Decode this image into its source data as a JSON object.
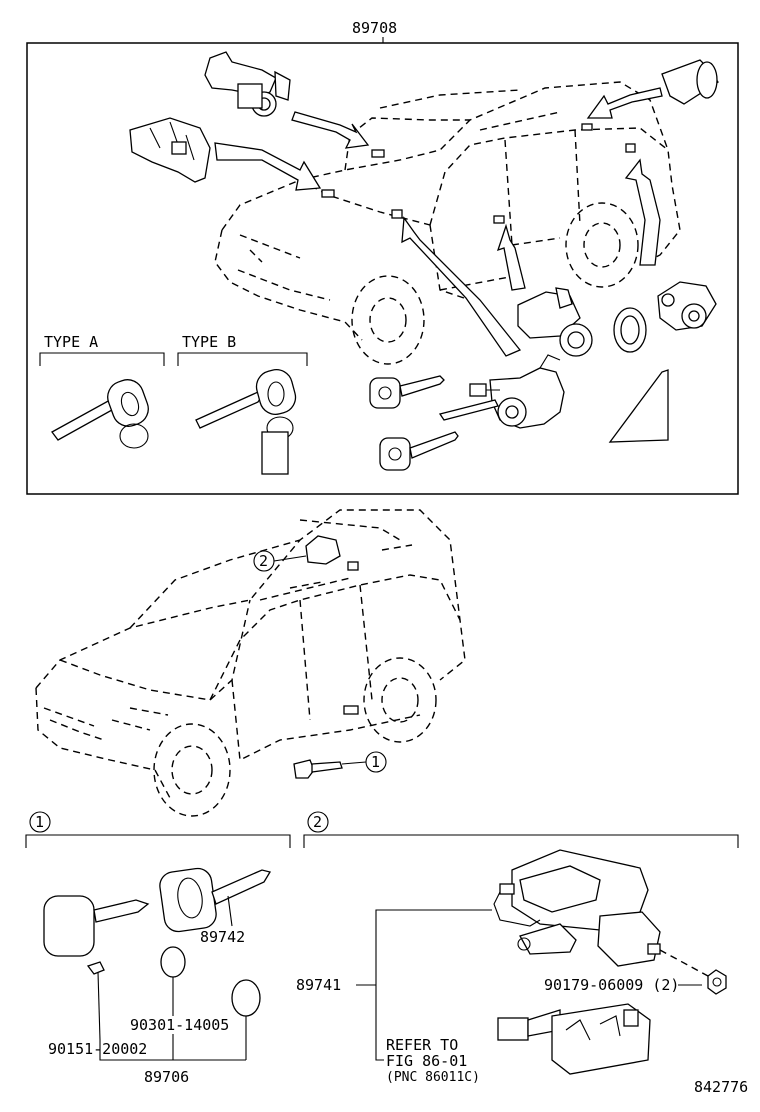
{
  "top_assembly": {
    "part_number": "89708",
    "type_a_label": "TYPE A",
    "type_b_label": "TYPE B"
  },
  "callouts": {
    "one": "1",
    "two": "2"
  },
  "section_1": {
    "index": "1",
    "key_part": "89742",
    "screw_part": "90151-20002",
    "cap_part": "90301-14005",
    "set_part": "89706"
  },
  "section_2": {
    "index": "2",
    "ecu_part": "89741",
    "bolt_part": "90179-06009 (2)",
    "refer_line1": "REFER TO",
    "refer_line2": "FIG 86-01",
    "refer_line3": "(PNC 86011C)"
  },
  "figure_id": "842776"
}
